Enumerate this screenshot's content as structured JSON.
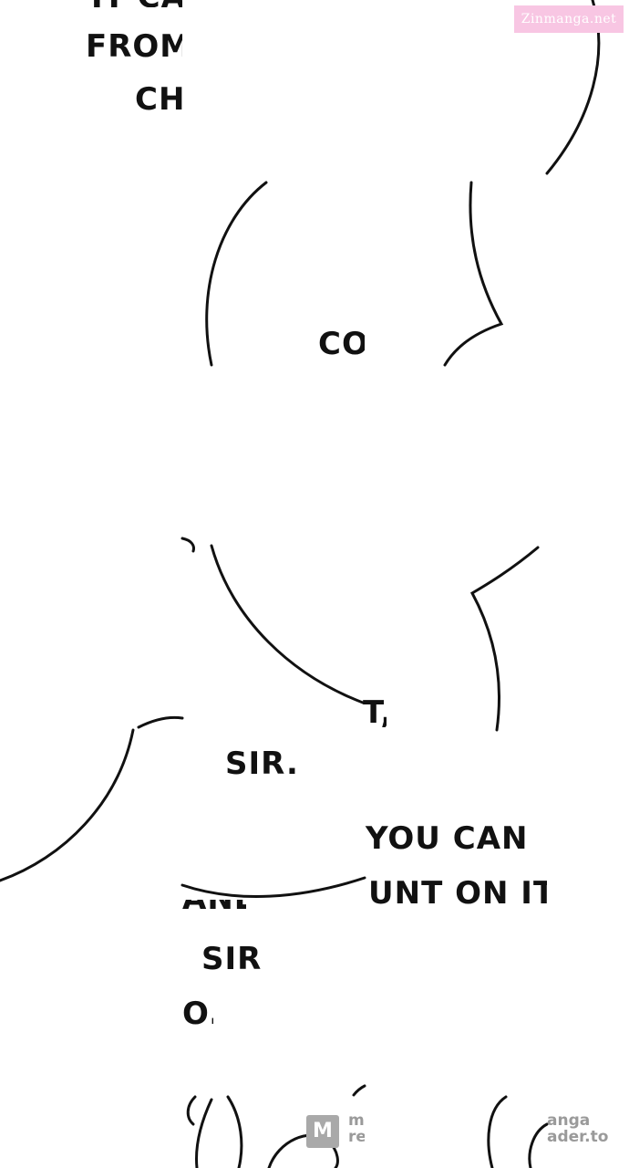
{
  "watermark": {
    "text": "Zinmanga.net"
  },
  "lines": {
    "top_cut": "IT CA",
    "from": "FROM",
    "ch": "CH",
    "co": "CO",
    "t_comma": "T,",
    "sir_dot": "SIR.",
    "you_can": "YOU CAN",
    "count_on": "UNT ON IT",
    "and": "AND",
    "sir": "SIR",
    "o_dot": "O."
  },
  "footer": {
    "logo_letter": "M",
    "left_top": "m",
    "left_bottom": "re",
    "right_top": "anga",
    "right_bottom": "ader.to"
  },
  "colors": {
    "ink": "#111111",
    "background": "#ffffff",
    "watermark_bg": "#f8c6e3",
    "logo_gray": "#a9a9a9"
  }
}
